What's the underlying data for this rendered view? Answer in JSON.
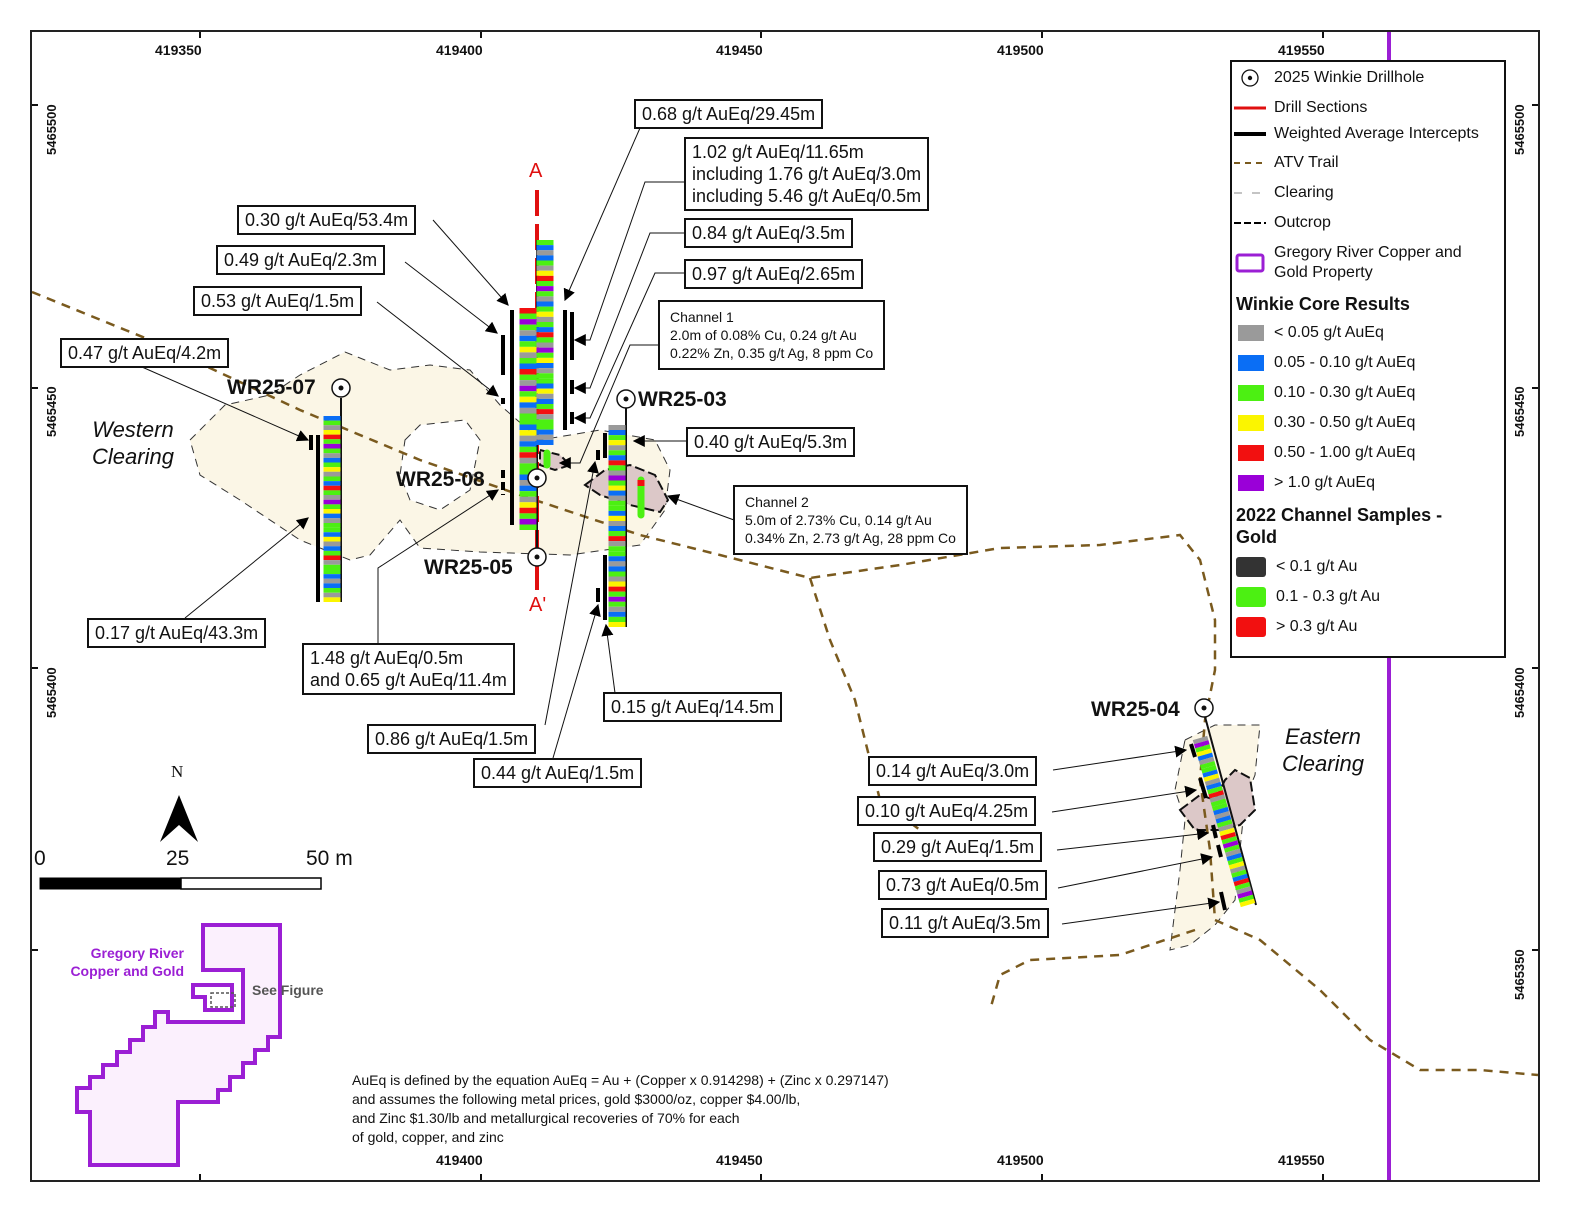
{
  "map": {
    "x_ticks_top": [
      "419350",
      "419400",
      "419450",
      "419500",
      "419550"
    ],
    "x_ticks_bottom": [
      "419400",
      "419450",
      "419500",
      "419550"
    ],
    "y_ticks_left": [
      "5465500",
      "5465450",
      "5465400"
    ],
    "y_ticks_right": [
      "5465500",
      "5465450",
      "5465400",
      "5465350"
    ],
    "clearings": {
      "western": [
        "Western",
        "Clearing"
      ],
      "eastern": [
        "Eastern",
        "Clearing"
      ]
    },
    "drillholes": [
      "WR25-07",
      "WR25-08",
      "WR25-05",
      "WR25-03",
      "WR25-04"
    ],
    "section": {
      "start": "A",
      "end": "A'"
    },
    "intercepts": [
      "0.68 g/t AuEq/29.45m",
      [
        "1.02 g/t AuEq/11.65m",
        "including 1.76 g/t AuEq/3.0m",
        "including 5.46 g/t AuEq/0.5m"
      ],
      "0.30 g/t AuEq/53.4m",
      "0.84 g/t AuEq/3.5m",
      "0.49 g/t AuEq/2.3m",
      "0.97 g/t AuEq/2.65m",
      "0.53 g/t AuEq/1.5m",
      "0.47 g/t AuEq/4.2m",
      "0.40 g/t AuEq/5.3m",
      "0.17 g/t AuEq/43.3m",
      [
        "1.48 g/t AuEq/0.5m",
        "and 0.65 g/t AuEq/11.4m"
      ],
      "0.15 g/t AuEq/14.5m",
      "0.86 g/t AuEq/1.5m",
      "0.44 g/t AuEq/1.5m",
      "0.14 g/t AuEq/3.0m",
      "0.10 g/t AuEq/4.25m",
      "0.29 g/t AuEq/1.5m",
      "0.73 g/t AuEq/0.5m",
      "0.11 g/t AuEq/3.5m"
    ],
    "channels": [
      [
        "Channel 1",
        "2.0m of 0.08% Cu, 0.24 g/t Au",
        "0.22% Zn, 0.35 g/t Ag, 8 ppm Co"
      ],
      [
        "Channel 2",
        "5.0m of 2.73% Cu, 0.14 g/t Au",
        "0.34% Zn, 2.73 g/t Ag, 28 ppm Co"
      ]
    ]
  },
  "legend": {
    "items": [
      {
        "label": "2025 Winkie Drillhole",
        "icon": "drillhole-icon"
      },
      {
        "label": "Drill Sections",
        "icon": "red-line-icon",
        "color": "#e01010"
      },
      {
        "label": "Weighted Average Intercepts",
        "icon": "black-line-icon",
        "color": "#000000"
      },
      {
        "label": "ATV Trail",
        "icon": "brown-dashed-line-icon",
        "color": "#7a5a1e"
      },
      {
        "label": "Clearing",
        "icon": "gray-dashed-line-icon",
        "color": "#888888"
      },
      {
        "label": "Outcrop",
        "icon": "black-dashed-line-icon",
        "color": "#000000"
      },
      {
        "label": "Gregory River Copper and Gold Property",
        "label_lines": [
          "Gregory River Copper and",
          "Gold Property"
        ],
        "icon": "purple-outline-box-icon",
        "color": "#9b1fd4"
      }
    ],
    "core_heading": "Winkie Core Results",
    "core_classes": [
      {
        "label": "< 0.05 g/t AuEq",
        "color": "#9a9a9a"
      },
      {
        "label": "0.05 - 0.10 g/t AuEq",
        "color": "#0a6ef5"
      },
      {
        "label": "0.10 - 0.30 g/t AuEq",
        "color": "#4cf012"
      },
      {
        "label": "0.30 - 0.50 g/t AuEq",
        "color": "#fbf500"
      },
      {
        "label": "0.50 - 1.00 g/t AuEq",
        "color": "#f21010"
      },
      {
        "label": "> 1.0 g/t AuEq",
        "color": "#9a00d8"
      }
    ],
    "channel_heading": [
      "2022 Channel Samples -",
      "Gold"
    ],
    "channel_classes": [
      {
        "label": "< 0.1 g/t Au",
        "color": "#333333"
      },
      {
        "label": "0.1 - 0.3 g/t Au",
        "color": "#4cf012"
      },
      {
        "label": "> 0.3 g/t Au",
        "color": "#f21010"
      }
    ]
  },
  "north_arrow": {
    "label": "N"
  },
  "scale_bar": {
    "labels": [
      "0",
      "25",
      "50 m"
    ]
  },
  "inset": {
    "property_label": [
      "Gregory River",
      "Copper and Gold"
    ],
    "see_figure": "See Figure"
  },
  "note": [
    "AuEq is defined by the equation AuEq = Au + (Copper x 0.914298) + (Zinc x 0.297147)",
    "and assumes the following metal prices, gold $3000/oz, copper $4.00/lb,",
    "and Zinc $1.30/lb and metallurgical recoveries of 70% for each",
    "of gold, copper, and zinc"
  ],
  "colors": {
    "property_boundary": "#9b1fd4",
    "section_line": "#e01010",
    "atv_trail": "#7a5a1e",
    "clearing_fill": "#fbf6e6",
    "outcrop_fill": "#dcc8c8"
  }
}
